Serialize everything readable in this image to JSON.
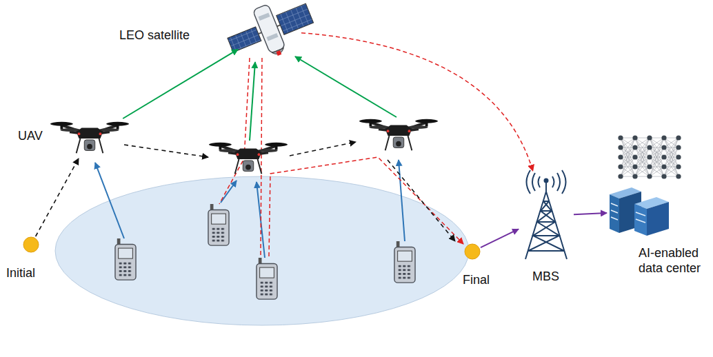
{
  "diagram": {
    "nodes": [
      {
        "text": [
          "LEO satellite"
        ]
      },
      {
        "text": [
          "UAV"
        ]
      },
      {
        "text": [
          "Initial"
        ]
      },
      {
        "text": [
          "Final"
        ]
      },
      {
        "text": [
          "MBS"
        ]
      },
      {
        "text": [
          "AI-enabled data center"
        ]
      }
    ],
    "edges": [
      {
        "from": 2,
        "to": 1,
        "arrow": "to"
      },
      {
        "from": 1,
        "to": 0,
        "arrow": "to"
      },
      {
        "from": 0,
        "to": 4,
        "arrow": "to"
      },
      {
        "from": 3,
        "to": 4,
        "arrow": "to"
      },
      {
        "from": 4,
        "to": 5,
        "arrow": "to"
      }
    ]
  }
}
